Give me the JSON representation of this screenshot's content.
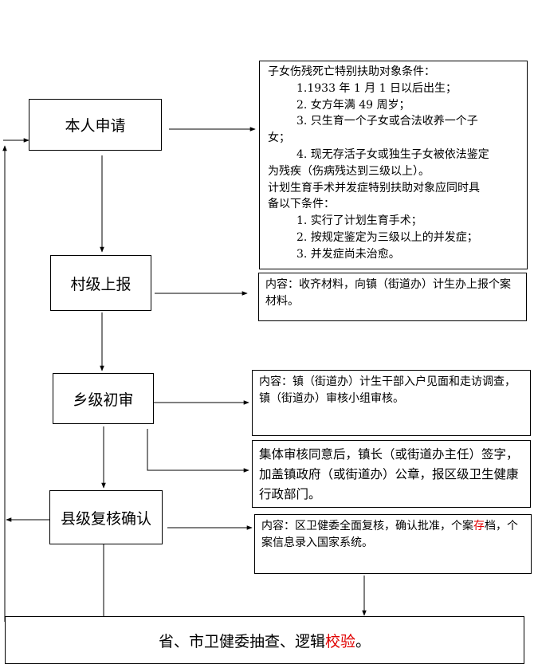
{
  "steps": {
    "apply": "本人申请",
    "village": "村级上报",
    "township": "乡级初审",
    "county": "县级复核确认",
    "province_text": "省、市卫健委抽查、逻辑",
    "province_red": "校验",
    "province_end": "。"
  },
  "notes": {
    "conditions": {
      "title": "子女伤残死亡特别扶助对象条件：",
      "items": [
        "1.1933 年 1 月 1 日以后出生；",
        "2. 女方年满 49 周岁；",
        "3. 只生育一个子女或合法收养一个子"
      ],
      "item3_cont": "女；",
      "item4": "4. 现无存活子女或独生子女被依法鉴定",
      "item4_cont": "为残疾（伤病残达到三级以上）。",
      "surgery_title_1": "计划生育手术并发症特别扶助对象应同时具",
      "surgery_title_2": "备以下条件：",
      "surgery_items": [
        "1. 实行了计划生育手术；",
        "2. 按规定鉴定为三级以上的并发症；",
        "3. 并发症尚未治愈。"
      ]
    },
    "village_note": "内容：收齐材料，向镇（街道办）计生办上报个案材料。",
    "township_note": "内容：镇（街道办）计生干部入户见面和走访调查，镇（街道办）审核小组审核。",
    "collective_note": "集体审核同意后，镇长（或街道办主任）签字，加盖镇政府（或街道办）公章，报区级卫生健康行政部门。",
    "county_note_a": "内容：区卫健委全面复核，确认批准，个案",
    "county_note_red": "存",
    "county_note_b": "档，个案信息录入国家系统。"
  }
}
